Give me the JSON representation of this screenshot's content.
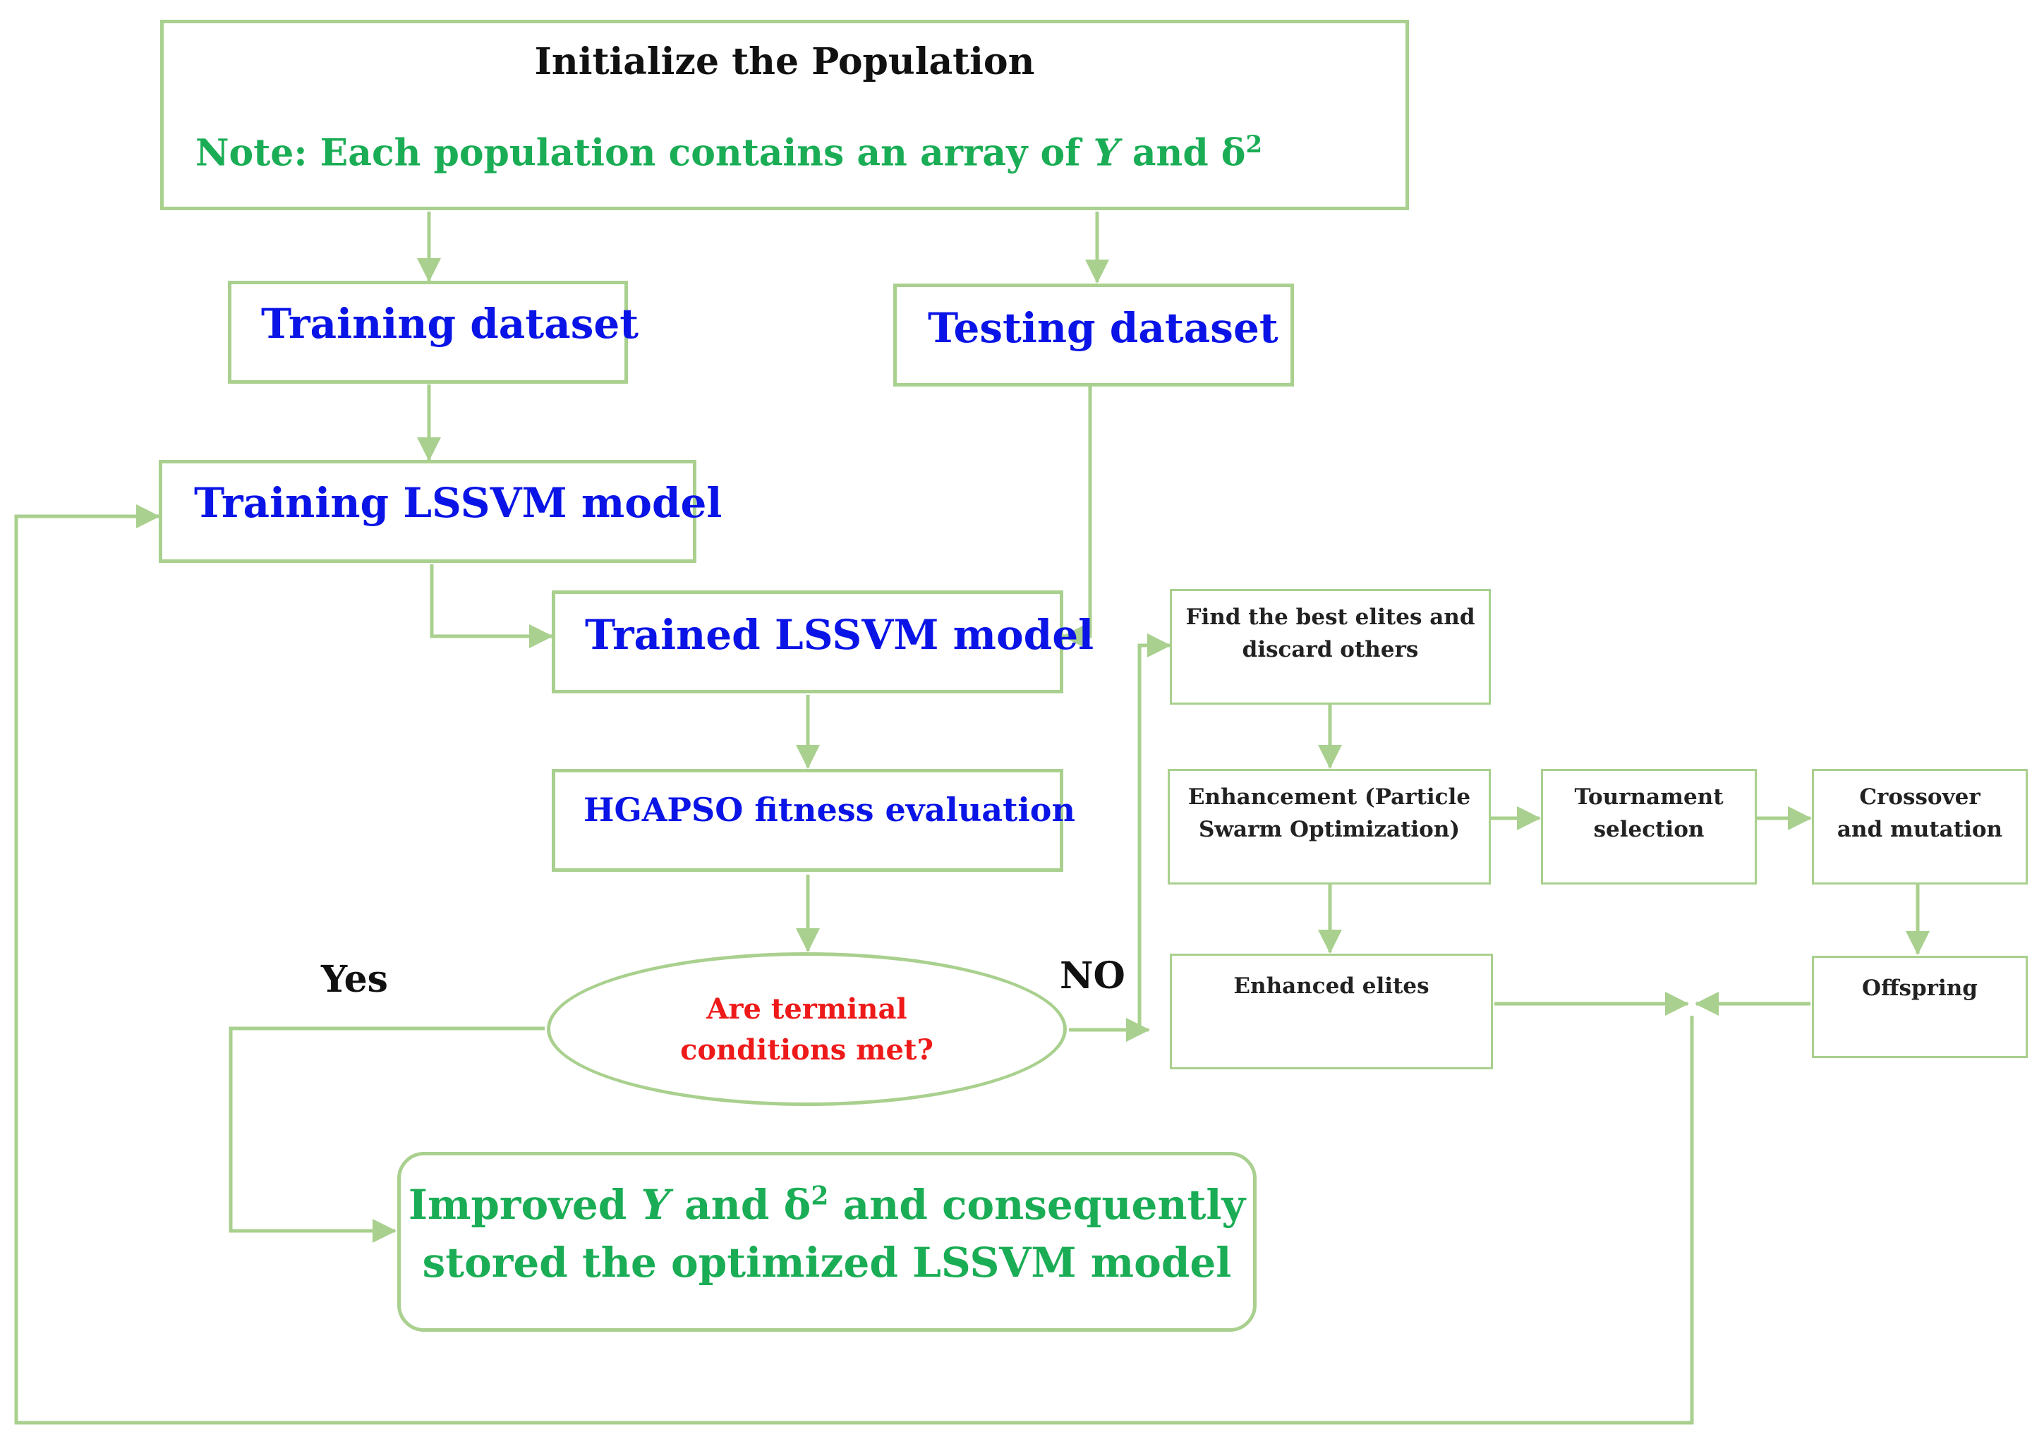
{
  "init": {
    "title": "Initialize the Population",
    "note_prefix": "Note: Each population contains an array of ",
    "gamma": "Υ",
    "note_and": " and δ",
    "note_sup": "2"
  },
  "training_dataset": "Training dataset",
  "testing_dataset": "Testing dataset",
  "training_model": "Training LSSVM model",
  "trained_model": "Trained LSSVM model",
  "fitness": "HGAPSO fitness evaluation",
  "decision": {
    "line1": "Are terminal",
    "line2": "conditions met?"
  },
  "yes_label": "Yes",
  "no_label": "NO",
  "result": {
    "line1_prefix": "Improved ",
    "gamma": "Υ",
    "line1_mid": " and δ",
    "sup": "2",
    "line1_suffix": " and consequently",
    "line2": "stored the optimized LSSVM model"
  },
  "ga": {
    "best_elites_l1": "Find the best elites and",
    "best_elites_l2": "discard others",
    "enhancement_l1": "Enhancement (Particle",
    "enhancement_l2": "Swarm Optimization)",
    "tournament_l1": "Tournament",
    "tournament_l2": "selection",
    "crossover_l1": "Crossover",
    "crossover_l2": "and mutation",
    "enhanced_elites": "Enhanced elites",
    "offspring": "Offspring"
  },
  "colors": {
    "line": "#a9d08e",
    "blue_text": "#0a14e6",
    "green_text": "#1aad55",
    "red_text": "#ee1a1a"
  }
}
